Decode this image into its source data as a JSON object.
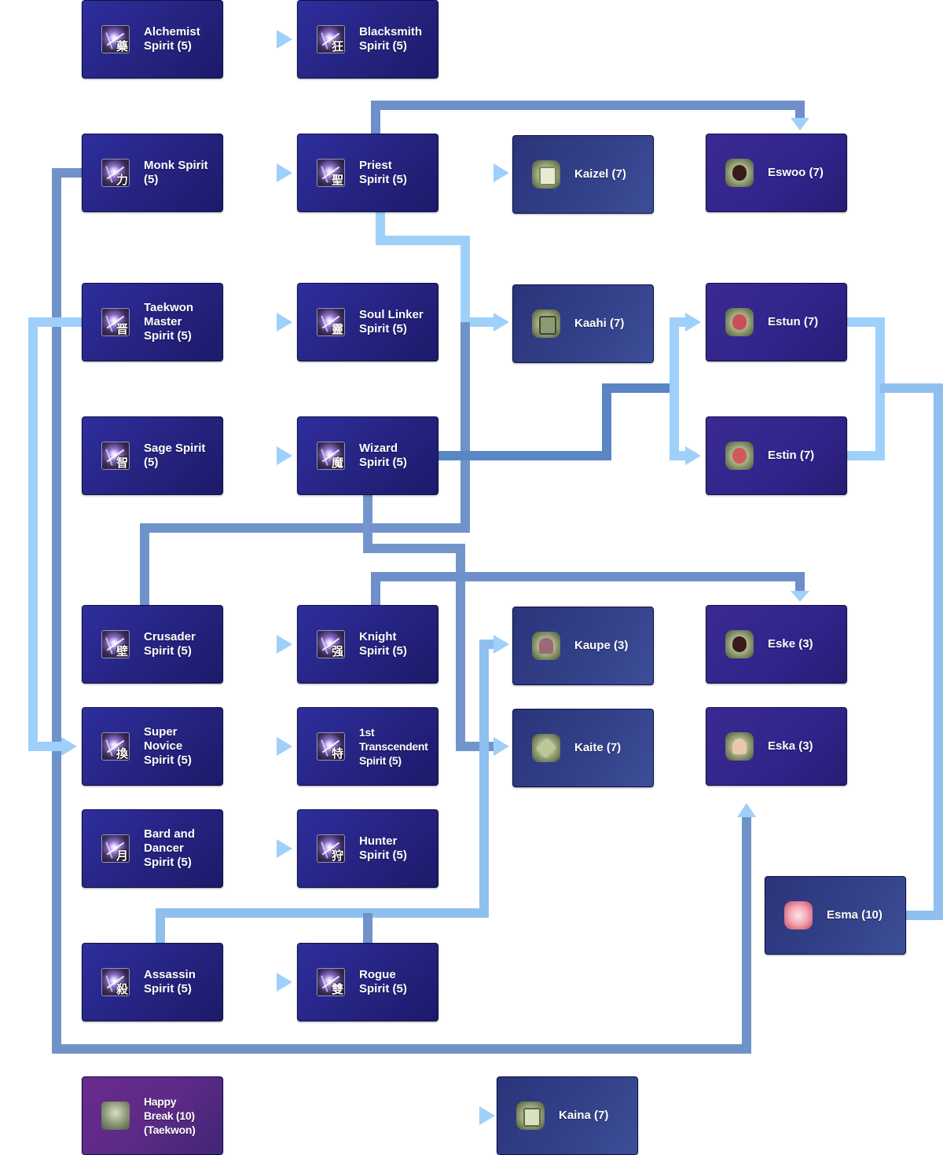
{
  "nodes": {
    "alchemist": {
      "lines": [
        "Alchemist",
        "Spirit (5)"
      ],
      "glyph": "藥"
    },
    "blacksmith": {
      "lines": [
        "Blacksmith",
        "Spirit (5)"
      ],
      "glyph": "狂"
    },
    "monk": {
      "lines": [
        "Monk Spirit",
        "(5)"
      ],
      "glyph": "力"
    },
    "priest": {
      "lines": [
        "Priest",
        "Spirit (5)"
      ],
      "glyph": "聖"
    },
    "kaizel": {
      "lines": [
        "Kaizel (7)"
      ]
    },
    "eswoo": {
      "lines": [
        "Eswoo (7)"
      ]
    },
    "taekwon": {
      "lines": [
        "Taekwon",
        "Master",
        "Spirit (5)"
      ],
      "glyph": "晋"
    },
    "soullinker": {
      "lines": [
        "Soul Linker",
        "Spirit (5)"
      ],
      "glyph": "靈"
    },
    "kaahi": {
      "lines": [
        "Kaahi (7)"
      ]
    },
    "estun": {
      "lines": [
        "Estun (7)"
      ]
    },
    "sage": {
      "lines": [
        "Sage Spirit",
        "(5)"
      ],
      "glyph": "智"
    },
    "wizard": {
      "lines": [
        "Wizard",
        "Spirit (5)"
      ],
      "glyph": "魔"
    },
    "estin": {
      "lines": [
        "Estin (7)"
      ]
    },
    "crusader": {
      "lines": [
        "Crusader",
        "Spirit (5)"
      ],
      "glyph": "壁"
    },
    "knight": {
      "lines": [
        "Knight",
        "Spirit (5)"
      ],
      "glyph": "强"
    },
    "kaupe": {
      "lines": [
        "Kaupe (3)"
      ]
    },
    "eske": {
      "lines": [
        "Eske (3)"
      ]
    },
    "supernovice": {
      "lines": [
        "Super",
        "Novice",
        "Spirit (5)"
      ],
      "glyph": "換"
    },
    "transcendent": {
      "lines": [
        "1st",
        "Transcendent",
        "Spirit (5)"
      ],
      "glyph": "特"
    },
    "kaite": {
      "lines": [
        "Kaite (7)"
      ]
    },
    "eska": {
      "lines": [
        "Eska (3)"
      ]
    },
    "bard": {
      "lines": [
        "Bard and",
        "Dancer",
        "Spirit (5)"
      ],
      "glyph": "月"
    },
    "hunter": {
      "lines": [
        "Hunter",
        "Spirit (5)"
      ],
      "glyph": "狩"
    },
    "esma": {
      "lines": [
        "Esma (10)"
      ]
    },
    "assassin": {
      "lines": [
        "Assassin",
        "Spirit (5)"
      ],
      "glyph": "殺"
    },
    "rogue": {
      "lines": [
        "Rogue",
        "Spirit (5)"
      ],
      "glyph": "雙"
    },
    "happybreak": {
      "lines": [
        "Happy",
        "Break (10)",
        "(Taekwon)"
      ]
    },
    "kaina": {
      "lines": [
        "Kaina (7)"
      ]
    }
  },
  "colors": {
    "arrow_light": "#9fd0fa",
    "arrow_dark": "#5a86c4",
    "node_border": "#0f0f45",
    "spirit_bg": "#26248a",
    "skill_bg": "#33428a",
    "happy_bg": "#5b2a86"
  },
  "icons": {
    "spirit": "spirit-spark-icon",
    "skill": "skill-stone-icon",
    "esma": "esma-pink-icon",
    "happy": "happy-break-icon"
  }
}
